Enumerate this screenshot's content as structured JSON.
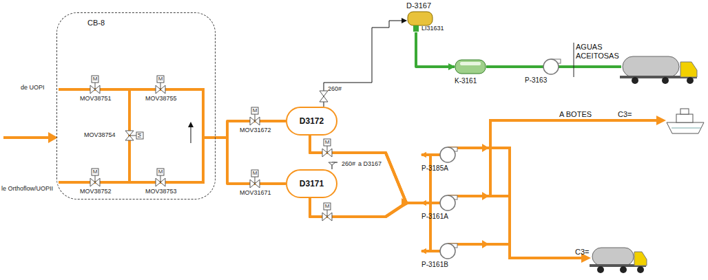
{
  "diagram": {
    "nodes": [
      {
        "text": [
          "CB-8"
        ]
      },
      {
        "text": [
          "D3172"
        ]
      },
      {
        "text": [
          "D3171"
        ]
      },
      {
        "text": [
          "D-3167",
          "LI31631"
        ]
      },
      {
        "text": [
          "K-3161"
        ]
      },
      {
        "text": [
          "P-3163"
        ]
      },
      {
        "text": [
          "P-3185A"
        ]
      },
      {
        "text": [
          "P-3161A"
        ]
      },
      {
        "text": [
          "P-3161B"
        ]
      }
    ],
    "edges": [
      {
        "from": 0,
        "to": 1,
        "arrow": "none"
      },
      {
        "from": 0,
        "to": 2,
        "arrow": "none"
      },
      {
        "from": 1,
        "to": 3,
        "arrow": "to"
      },
      {
        "from": 1,
        "to": 6,
        "arrow": "to"
      },
      {
        "from": 1,
        "to": 7,
        "arrow": "to"
      },
      {
        "from": 1,
        "to": 8,
        "arrow": "to"
      },
      {
        "from": 2,
        "to": 6,
        "arrow": "to"
      },
      {
        "from": 2,
        "to": 7,
        "arrow": "to"
      },
      {
        "from": 2,
        "to": 8,
        "arrow": "to"
      },
      {
        "from": 3,
        "to": 4,
        "arrow": "to"
      },
      {
        "from": 4,
        "to": 5,
        "arrow": "none"
      }
    ],
    "labels": [
      "de UOPI",
      "le Orthoflow/UOPII",
      "MOV38751",
      "MOV38755",
      "MOV38754",
      "MOV38752",
      "MOV38753",
      "MOV31672",
      "MOV31671",
      "260#",
      "260#",
      "a D3167",
      "AGUAS ACEITOSAS",
      "A BOTES",
      "C3=",
      "C3=",
      "M",
      "M",
      "M",
      "M",
      "M",
      "M",
      "M",
      "M",
      "M"
    ]
  }
}
